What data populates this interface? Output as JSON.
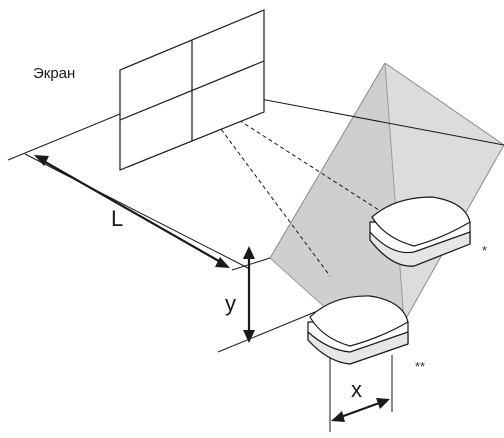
{
  "labels": {
    "screen": "Экран",
    "distance": "L",
    "vertical_offset": "y",
    "horizontal_offset": "x",
    "note_single": "*",
    "note_double": "**"
  },
  "colors": {
    "line": "#1a1a1a",
    "beam_fill": "#cfcfcf",
    "beam_stroke": "#8a8a8a",
    "projector_fill": "#ffffff",
    "projector_shadow": "#e6e6e6"
  }
}
